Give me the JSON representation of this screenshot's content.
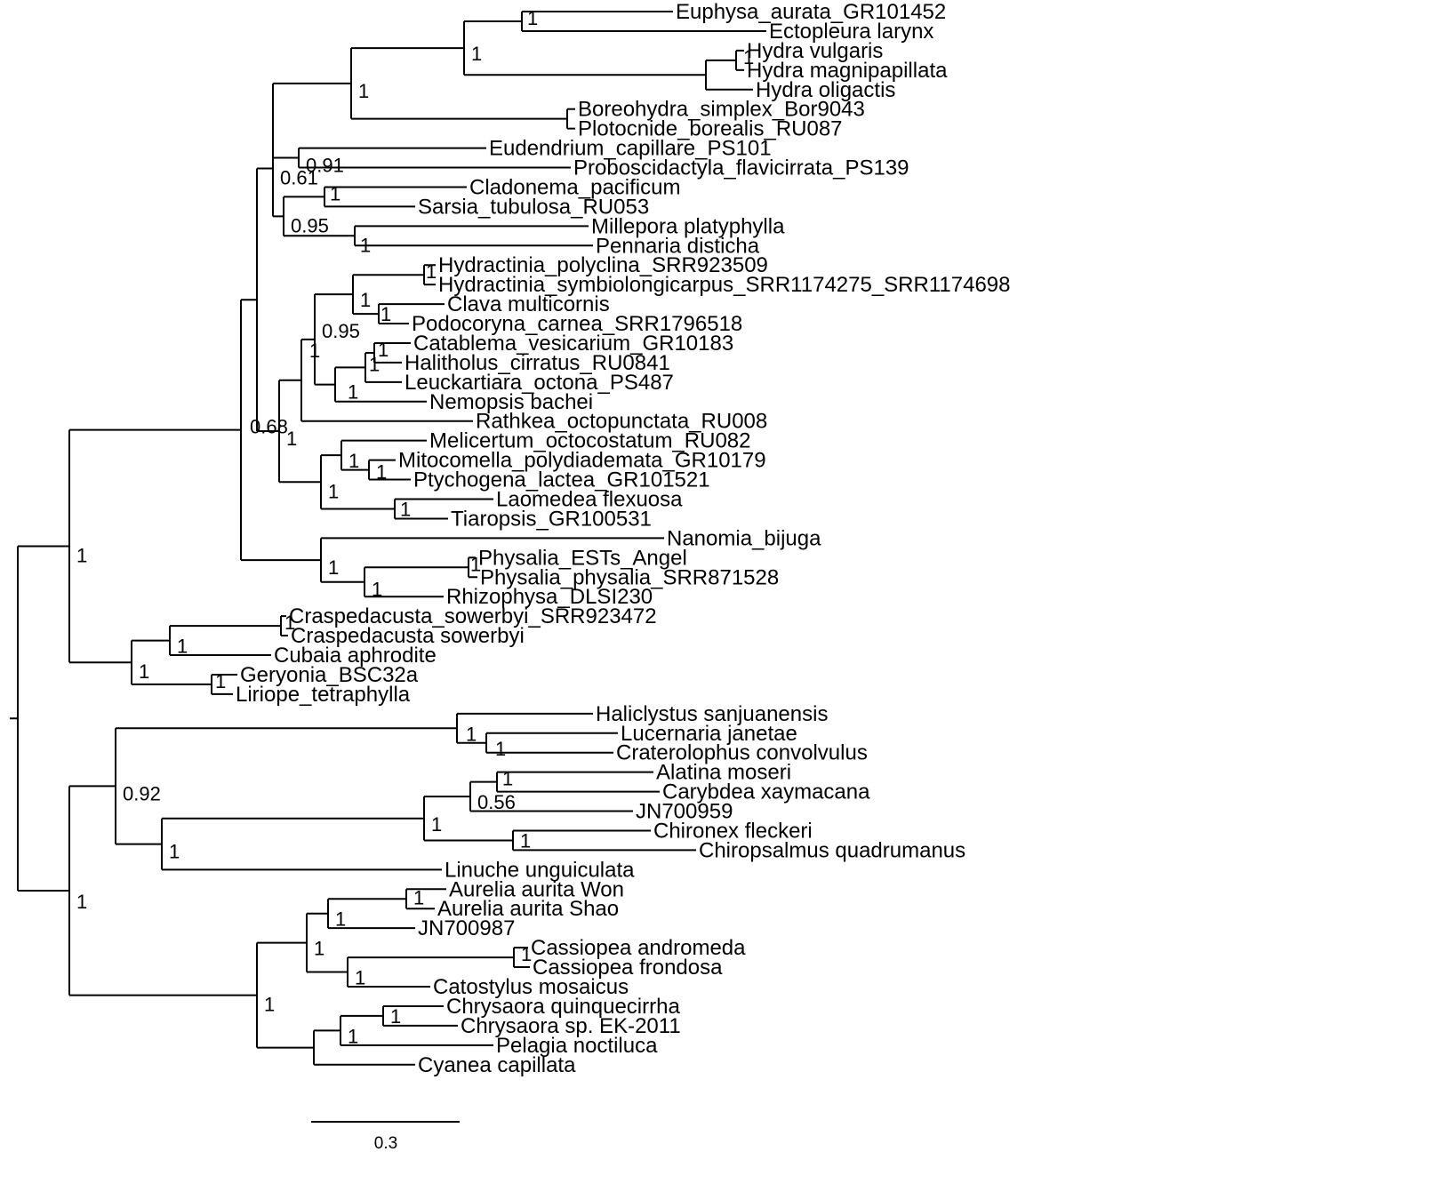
{
  "taxa": [
    "Euphysa_aurata_GR101452",
    "Ectopleura larynx",
    "Hydra vulgaris",
    "Hydra magnipapillata",
    "Hydra oligactis",
    "Boreohydra_simplex_Bor9043",
    "Plotocnide_borealis_RU087",
    "Eudendrium_capillare_PS101",
    "Proboscidactyla_flavicirrata_PS139",
    "Cladonema_pacificum",
    "Sarsia_tubulosa_RU053",
    "Millepora platyphylla",
    "Pennaria disticha",
    "Hydractinia_polyclina_SRR923509",
    "Hydractinia_symbiolongicarpus_SRR1174275_SRR1174698",
    "Clava multicornis",
    "Podocoryna_carnea_SRR1796518",
    "Catablema_vesicarium_GR10183",
    "Halitholus_cirratus_RU0841",
    "Leuckartiara_octona_PS487",
    "Nemopsis bachei",
    "Rathkea_octopunctata_RU008",
    "Melicertum_octocostatum_RU082",
    "Mitocomella_polydiademata_GR10179",
    "Ptychogena_lactea_GR101521",
    "Laomedea flexuosa",
    "Tiaropsis_GR100531",
    "Nanomia_bijuga",
    "Physalia_ESTs_Angel",
    "Physalia_physalia_SRR871528",
    "Rhizophysa_DLSI230",
    "Craspedacusta_sowerbyi_SRR923472",
    "Craspedacusta sowerbyi",
    "Cubaia aphrodite",
    "Geryonia_BSC32a",
    "Liriope_tetraphylla",
    "Haliclystus sanjuanensis",
    "Lucernaria janetae",
    "Craterolophus convolvulus",
    "Alatina moseri",
    "Carybdea xaymacana",
    "JN700959",
    "Chironex fleckeri",
    "Chiropsalmus quadrumanus",
    "Linuche unguiculata",
    "Aurelia aurita Won",
    "Aurelia aurita Shao",
    "JN700987",
    "Cassiopea andromeda",
    "Cassiopea frondosa",
    "Catostylus mosaicus",
    "Chrysaora quinquecirrha",
    "Chrysaora sp. EK-2011",
    "Pelagia noctiluca",
    "Cyanea capillata"
  ],
  "support_values": [
    "1",
    "1",
    "1",
    "1",
    "0.61",
    "0.91",
    "1",
    "0.95",
    "1",
    "0.68",
    "1",
    "1",
    "1",
    "0.95",
    "1",
    "1",
    "1",
    "1",
    "1",
    "1",
    "1",
    "1",
    "1",
    "1",
    "1",
    "1",
    "1",
    "1",
    "1",
    "1",
    "1",
    "1",
    "1",
    "0.92",
    "1",
    "1",
    "0.56",
    "1",
    "1",
    "1",
    "1",
    "1",
    "1",
    "1",
    "1",
    "1",
    "1",
    "1"
  ],
  "scale_bar": {
    "label": "0.3"
  }
}
